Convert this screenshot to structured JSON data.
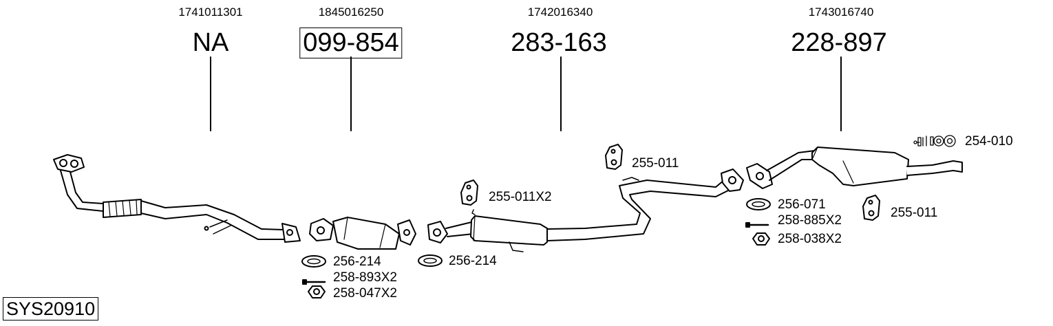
{
  "sections": [
    {
      "oe_number": "1741011301",
      "part_number": "NA",
      "boxed": false
    },
    {
      "oe_number": "1845016250",
      "part_number": "099-854",
      "boxed": true
    },
    {
      "oe_number": "1742016340",
      "part_number": "283-163",
      "boxed": false
    },
    {
      "oe_number": "1743016740",
      "part_number": "228-897",
      "boxed": false
    }
  ],
  "labels": {
    "cat_gasket": "256-214",
    "cat_bolt": "258-893X2",
    "cat_nut": "258-047X2",
    "mid_gasket": "256-214",
    "mid_hanger": "255-011X2",
    "mid_hanger2": "255-011",
    "rear_gasket": "256-071",
    "rear_bolt": "258-885X2",
    "rear_nut": "258-038X2",
    "rear_hanger": "255-011",
    "mount_kit": "254-010"
  },
  "system_id": "SYS20910"
}
